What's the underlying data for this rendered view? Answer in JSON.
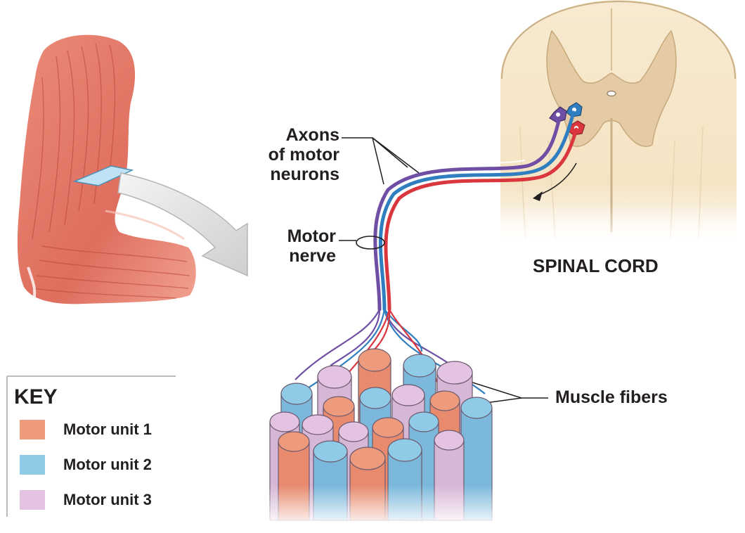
{
  "labels": {
    "axons_line1": "Axons",
    "axons_line2": "of motor",
    "axons_line3": "neurons",
    "nerve_line1": "Motor",
    "nerve_line2": "nerve",
    "spinal_cord": "SPINAL CORD",
    "muscle_fibers": "Muscle fibers"
  },
  "key": {
    "title": "KEY",
    "items": [
      {
        "label": "Motor unit 1",
        "color": "#ee9a7c"
      },
      {
        "label": "Motor unit 2",
        "color": "#8fcbe6"
      },
      {
        "label": "Motor unit 3",
        "color": "#e3c3e1"
      }
    ]
  },
  "colors": {
    "muscle": "#e2786a",
    "muscle_dark": "#c0463a",
    "cord_white_matter": "#f6e8cc",
    "cord_gray_matter": "#e6ceaa",
    "axon_red": "#d9363e",
    "axon_blue": "#2f7fc0",
    "axon_purple": "#6e4fa4",
    "line": "#231f20"
  }
}
